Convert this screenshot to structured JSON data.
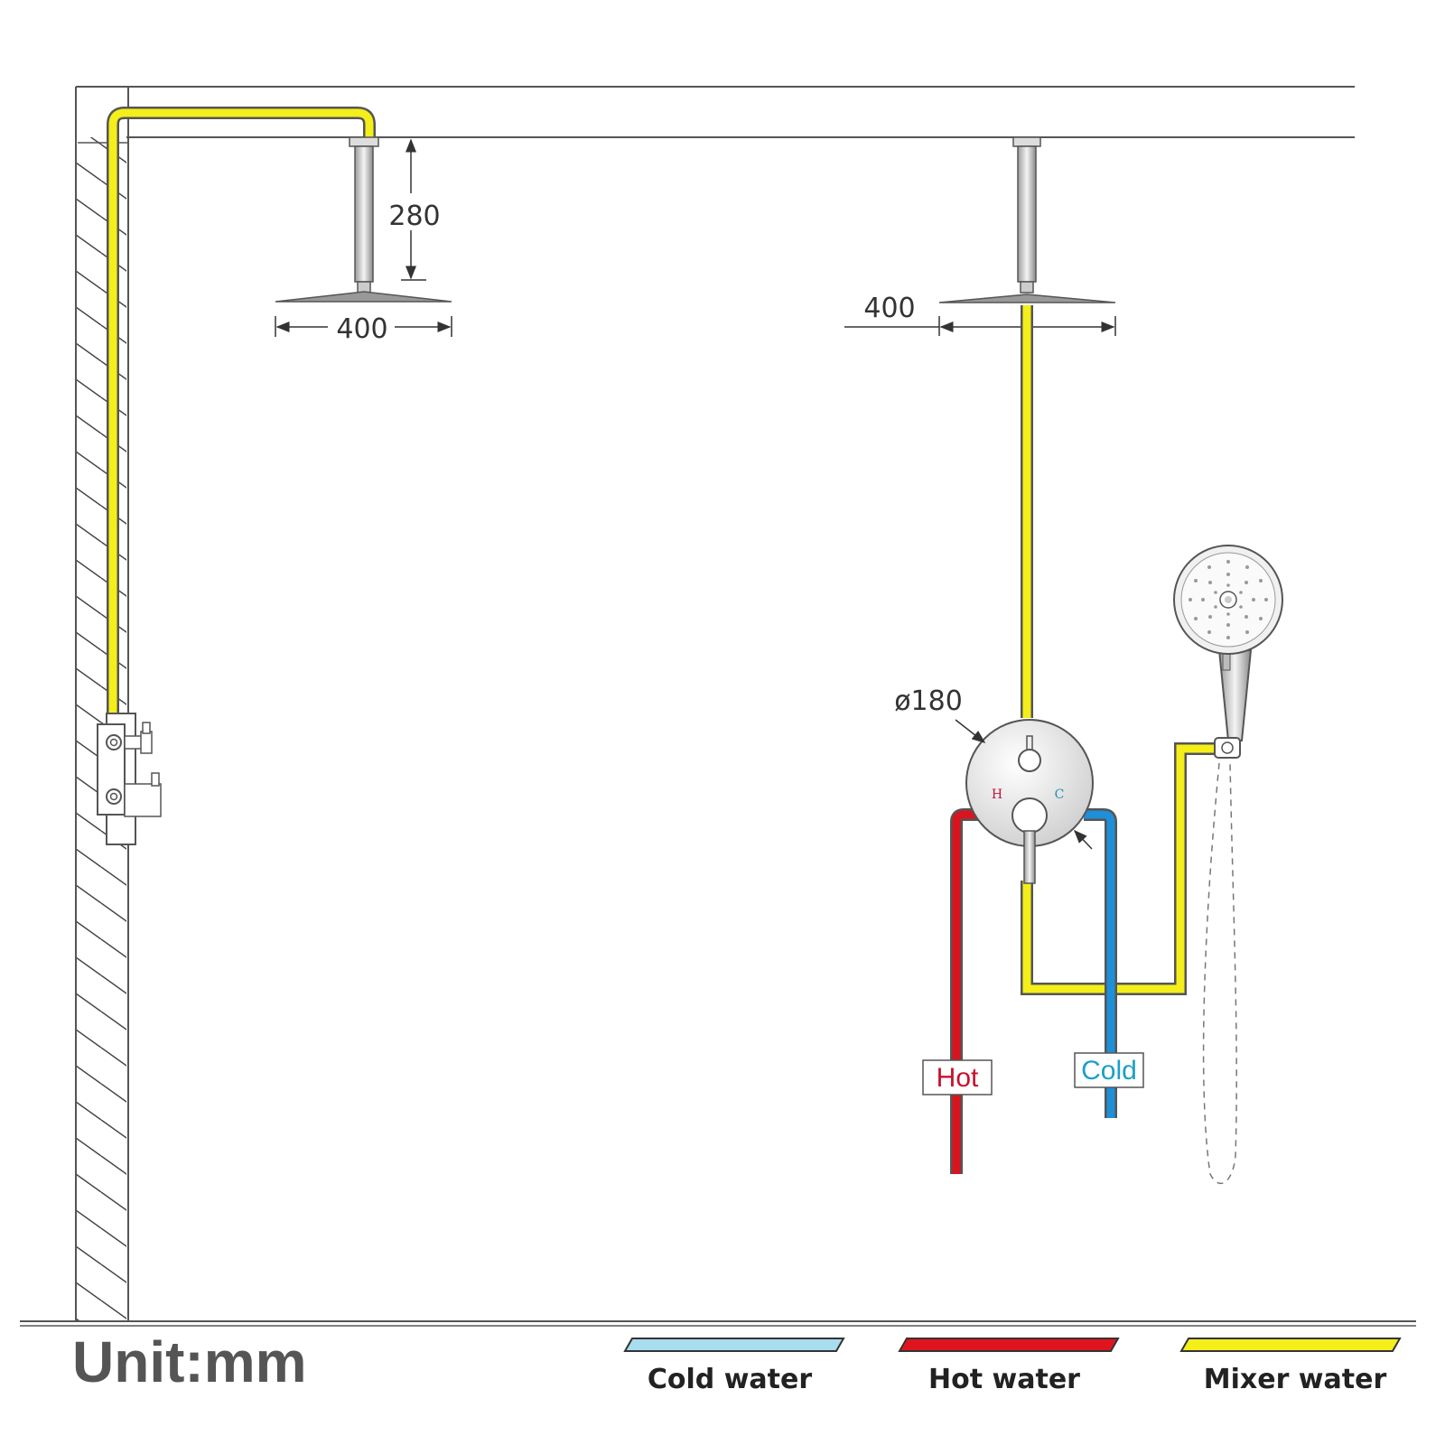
{
  "dimensions": {
    "arm_height": "280",
    "head_width_left": "400",
    "head_width_right": "400",
    "valve_diameter": "ø180"
  },
  "valve_labels": {
    "hot_letter": "H",
    "cold_letter": "C"
  },
  "pipe_tags": {
    "hot": "Hot",
    "cold": "Cold"
  },
  "unit_label": "Unit:mm",
  "legend": [
    {
      "label": "Cold water",
      "color": "#a8dcef"
    },
    {
      "label": "Hot water",
      "color": "#e0141e"
    },
    {
      "label": "Mixer water",
      "color": "#f4ee1a"
    }
  ],
  "colors": {
    "cold": "#1e8fd8",
    "hot": "#d9141e",
    "mixer": "#f4ee1a",
    "outline": "#555555"
  },
  "icons": [
    "rain-shower-head",
    "hand-shower-icon",
    "mixer-valve"
  ]
}
